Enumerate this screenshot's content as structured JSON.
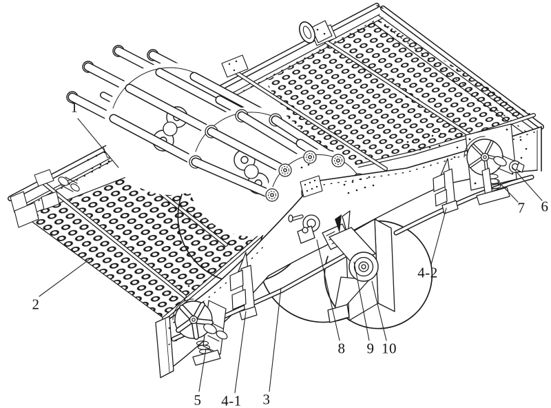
{
  "figure": {
    "kind": "technical line drawing (patent style, isometric)",
    "subject": "vibrating screen machine with rotor cage, perforated screen decks, support springs and drive motor",
    "background_color": "#ffffff",
    "line_color": "#1b1b1b"
  },
  "labels": [
    {
      "id": "1",
      "text": "1"
    },
    {
      "id": "2",
      "text": "2"
    },
    {
      "id": "3",
      "text": "3"
    },
    {
      "id": "4-1",
      "text": "4-1"
    },
    {
      "id": "4-2",
      "text": "4-2"
    },
    {
      "id": "5",
      "text": "5"
    },
    {
      "id": "6",
      "text": "6"
    },
    {
      "id": "7",
      "text": "7"
    },
    {
      "id": "8",
      "text": "8"
    },
    {
      "id": "9",
      "text": "9"
    },
    {
      "id": "10",
      "text": "10"
    }
  ]
}
